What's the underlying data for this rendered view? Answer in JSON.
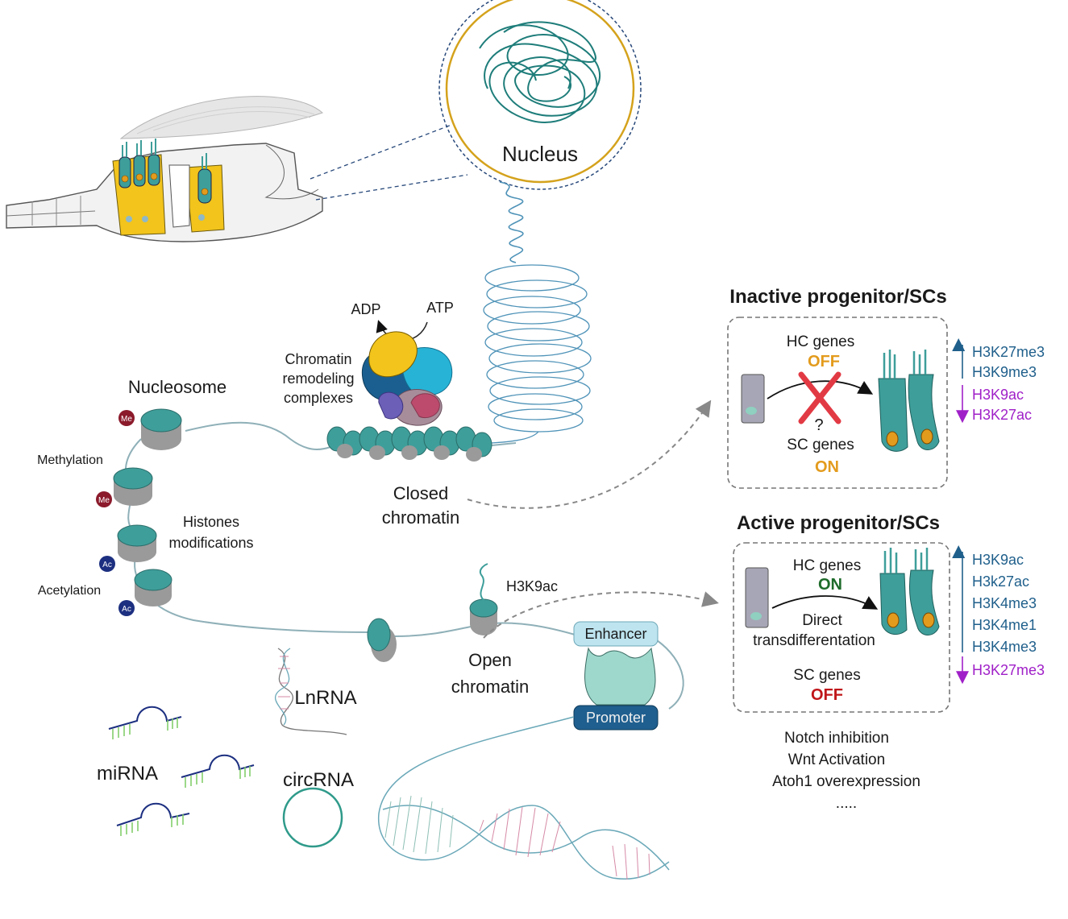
{
  "nucleus": {
    "label": "Nucleus"
  },
  "energy": {
    "adp": "ADP",
    "atp": "ATP"
  },
  "remodeling": {
    "line1": "Chromatin",
    "line2": "remodeling",
    "line3": "complexes"
  },
  "nucleosome": {
    "label": "Nucleosome"
  },
  "modifications": {
    "methylation": "Methylation",
    "acetylation": "Acetylation",
    "me_badge": "Me",
    "ac_badge": "Ac",
    "histones_line1": "Histones",
    "histones_line2": "modifications"
  },
  "closed": {
    "line1": "Closed",
    "line2": "chromatin"
  },
  "open": {
    "line1": "Open",
    "line2": "chromatin",
    "mark": "H3K9ac"
  },
  "regulatory": {
    "enhancer": "Enhancer",
    "promoter": "Promoter"
  },
  "rnas": {
    "lnrna": "LnRNA",
    "mirna": "miRNA",
    "circrna": "circRNA"
  },
  "inactive": {
    "title": "Inactive progenitor/SCs",
    "hc_genes": "HC genes",
    "hc_state": "OFF",
    "question": "?",
    "sc_genes": "SC genes",
    "sc_state": "ON",
    "marks_up": [
      "H3K27me3",
      "H3K9me3"
    ],
    "marks_down": [
      "H3K9ac",
      "H3K27ac"
    ]
  },
  "active": {
    "title": "Active progenitor/SCs",
    "hc_genes": "HC genes",
    "hc_state": "ON",
    "process_line1": "Direct",
    "process_line2": "transdifferentation",
    "sc_genes": "SC genes",
    "sc_state": "OFF",
    "marks_up": [
      "H3K9ac",
      "H3k27ac",
      "H3K4me3",
      "H3K4me1",
      "H3K4me3"
    ],
    "marks_down": [
      "H3K27me3"
    ]
  },
  "interventions": [
    "Notch inhibition",
    "Wnt Activation",
    "Atoh1 overexpression",
    "....."
  ],
  "colors": {
    "teal": "#3e9e9a",
    "gray": "#9a9a9a",
    "yellow": "#f2c41c",
    "up_blue": "#1f5f8b",
    "down_purple": "#a020c8",
    "off_red": "#c0161a",
    "on_green": "#1e6b2a",
    "orange_state": "#e39b1d",
    "me_red": "#8b1a2b",
    "ac_blue": "#1c2f80"
  }
}
